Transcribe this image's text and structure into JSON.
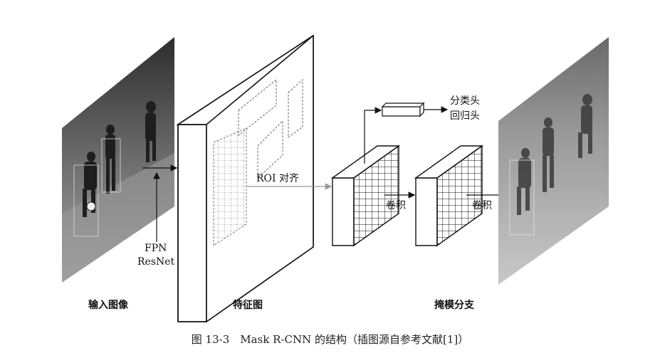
{
  "diagram": {
    "backbone_label_1": "FPN",
    "backbone_label_2": "ResNet",
    "roi_align_label": "ROI 对齐",
    "head_output_1": "分类头",
    "head_output_2": "回归头",
    "conv_label_1": "卷积",
    "conv_label_2": "卷积",
    "input_caption": "输入图像",
    "feature_caption": "特征图",
    "mask_caption": "掩模分支"
  },
  "figure": {
    "caption": "图 13-3　Mask R-CNN 的结构（插图源自参考文献[1]）"
  },
  "colors": {
    "photo_dark": "#3a3a3a",
    "photo_light": "#b5b5b5",
    "line": "#111111",
    "dashed_box": "#666666",
    "arrow_gray": "#999999"
  }
}
